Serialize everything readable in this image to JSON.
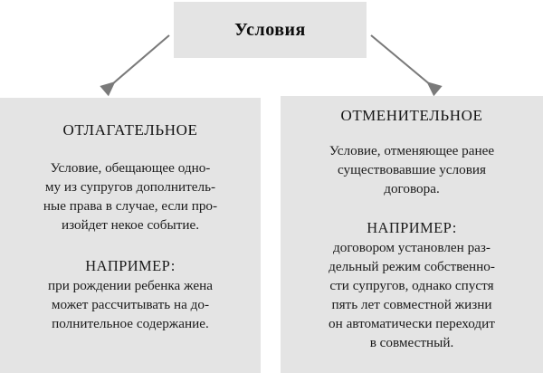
{
  "diagram": {
    "root": {
      "label": "Условия"
    },
    "colors": {
      "box_fill": "#e4e4e4",
      "text": "#1a1a1a",
      "arrow": "#7a7a7a",
      "page_background": "#ffffff"
    },
    "arrows": [
      {
        "name": "arrow-to-left-branch",
        "direction": "down-left"
      },
      {
        "name": "arrow-to-right-branch",
        "direction": "down-right"
      }
    ],
    "branches": [
      {
        "id": "suspensive",
        "heading": "ОТЛАГАТЕЛЬНОЕ",
        "definition": "Условие, обещающее одно-\nму из супругов дополнитель-\nные права в случае, если про-\nизойдет некое событие.",
        "example_label": "НАПРИМЕР:",
        "example_text": "при рождении ребенка жена\nможет рассчитывать на до-\nполнительное содержание."
      },
      {
        "id": "resolutive",
        "heading": "ОТМЕНИТЕЛЬНОЕ",
        "definition": "Условие, отменяющее ранее\nсуществовавшие условия\nдоговора.",
        "example_label": "НАПРИМЕР:",
        "example_text": "договором установлен раз-\nдельный режим собственно-\nсти супругов, однако спустя\nпять лет совместной жизни\nон автоматически переходит\nв совместный."
      }
    ]
  }
}
